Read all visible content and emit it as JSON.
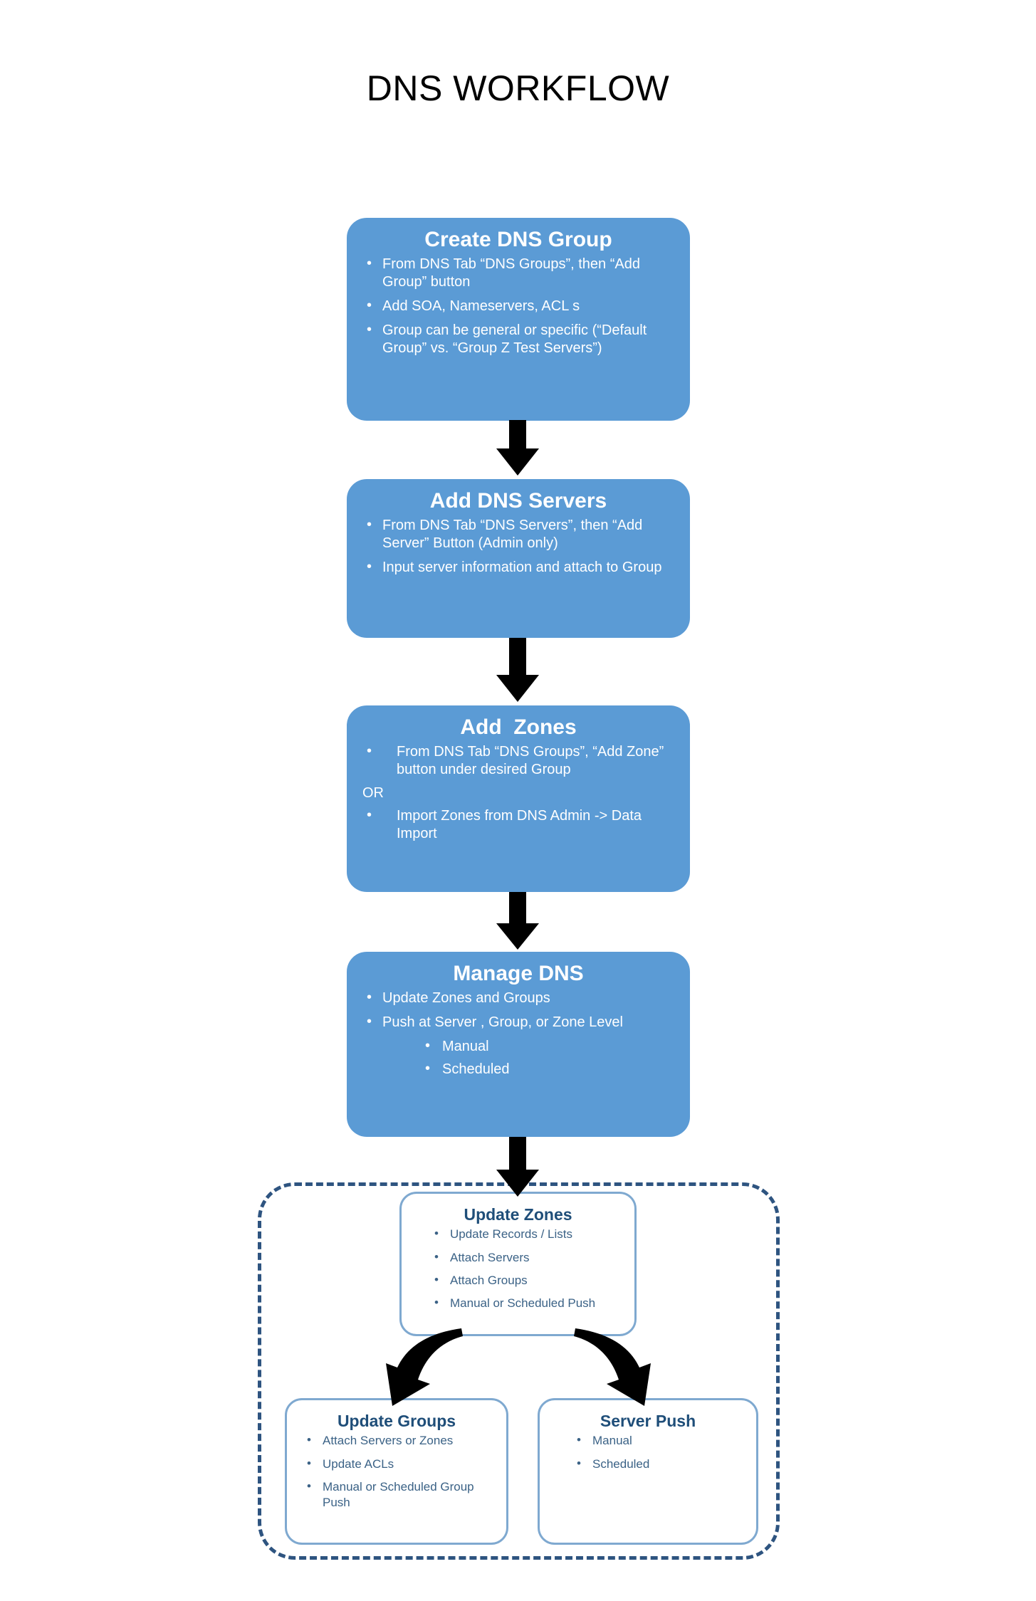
{
  "page": {
    "title": "DNS WORKFLOW",
    "background_color": "#FFFFFF"
  },
  "colors": {
    "step_fill": "#5B9BD5",
    "step_text": "#FFFFFF",
    "dashed_border": "#2E5480",
    "outline_border": "#7FA9D0",
    "outline_title_text": "#1F4E79",
    "outline_body_text": "#3B6286",
    "arrow": "#000000"
  },
  "steps": [
    {
      "id": "create-dns-group",
      "title": "Create DNS Group",
      "bullets": [
        "From DNS Tab “DNS Groups”, then “Add Group” button",
        "Add SOA, Nameservers, ACL s",
        "Group can be general or specific (“Default Group” vs. “Group Z Test Servers”)"
      ]
    },
    {
      "id": "add-dns-servers",
      "title": "Add DNS Servers",
      "bullets": [
        "From DNS Tab “DNS Servers”, then “Add Server” Button (Admin only)",
        "Input server information and attach to Group"
      ]
    },
    {
      "id": "add-zones",
      "title": "Add  Zones",
      "bullets_before_or": [
        "From DNS Tab “DNS Groups”, “Add Zone” button under desired Group"
      ],
      "or_label": "OR",
      "bullets_after_or": [
        "Import Zones from DNS Admin -> Data Import"
      ]
    },
    {
      "id": "manage-dns",
      "title": "Manage DNS",
      "bullets": [
        "Update Zones and Groups",
        "Push at Server , Group, or Zone Level"
      ],
      "sub_bullets": [
        "Manual",
        "Scheduled"
      ]
    }
  ],
  "detail_group": {
    "update_zones": {
      "title": "Update Zones",
      "bullets": [
        "Update Records / Lists",
        "Attach Servers",
        "Attach Groups",
        "Manual or Scheduled Push"
      ]
    },
    "update_groups": {
      "title": "Update Groups",
      "bullets": [
        "Attach Servers or Zones",
        "Update ACLs",
        "Manual or Scheduled Group Push"
      ]
    },
    "server_push": {
      "title": "Server Push",
      "bullets": [
        "Manual",
        "Scheduled"
      ]
    }
  }
}
